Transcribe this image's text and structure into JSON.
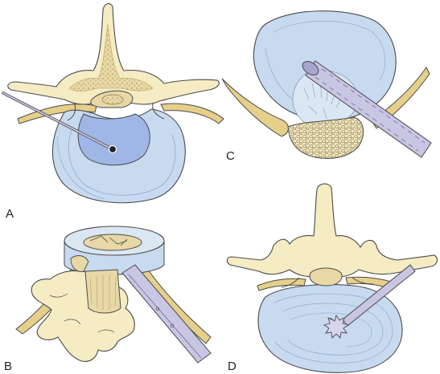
{
  "figure": {
    "panels": [
      {
        "id": "A",
        "label": "A"
      },
      {
        "id": "B",
        "label": "B"
      },
      {
        "id": "C",
        "label": "C"
      },
      {
        "id": "D",
        "label": "D"
      }
    ]
  },
  "colors": {
    "bone": "#f5ecc4",
    "bone_dark": "#e2d39a",
    "bone_pore": "#cbb57a",
    "disc": "#c8daf0",
    "disc_dark": "#a9c4e6",
    "nucleus": "#9fb6e6",
    "ligament": "#e6cf8a",
    "instrument": "#c9c6e4",
    "outline": "#4a4a4a"
  }
}
